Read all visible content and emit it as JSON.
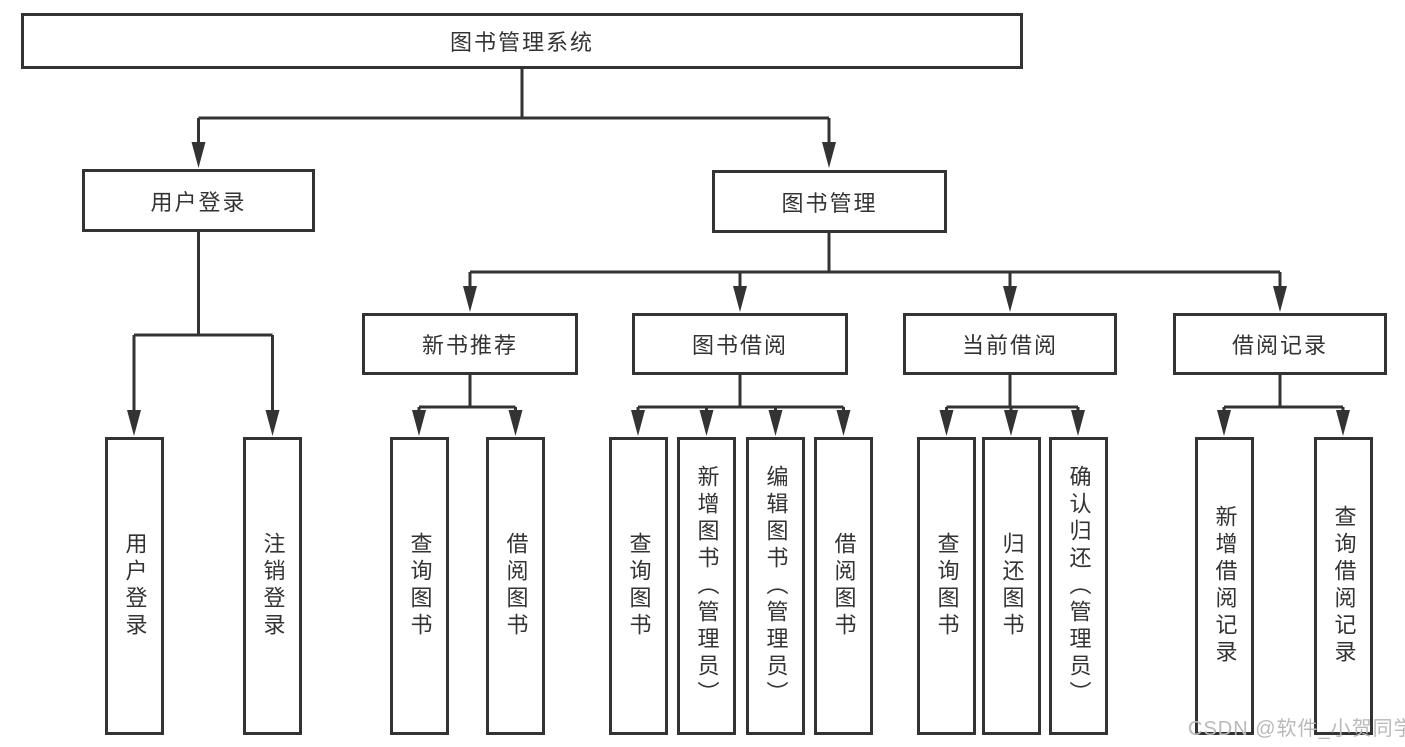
{
  "diagram": {
    "watermark": "CSDN @软件_小贺同学",
    "colors": {
      "line": "#333333",
      "text": "#333333",
      "watermark": "#b9b9b9",
      "background": "#ffffff"
    },
    "tree": {
      "root": "图书管理系统",
      "branches": [
        {
          "label": "用户登录",
          "leaves": [
            "用户登录",
            "注销登录"
          ]
        },
        {
          "label": "图书管理",
          "groups": [
            {
              "label": "新书推荐",
              "leaves": [
                "查询图书",
                "借阅图书"
              ]
            },
            {
              "label": "图书借阅",
              "leaves": [
                "查询图书",
                "新增图书（管理员）",
                "编辑图书（管理员）",
                "借阅图书"
              ]
            },
            {
              "label": "当前借阅",
              "leaves": [
                "查询图书",
                "归还图书",
                "确认归还（管理员）"
              ]
            },
            {
              "label": "借阅记录",
              "leaves": [
                "新增借阅记录",
                "查询借阅记录"
              ]
            }
          ]
        }
      ]
    }
  }
}
